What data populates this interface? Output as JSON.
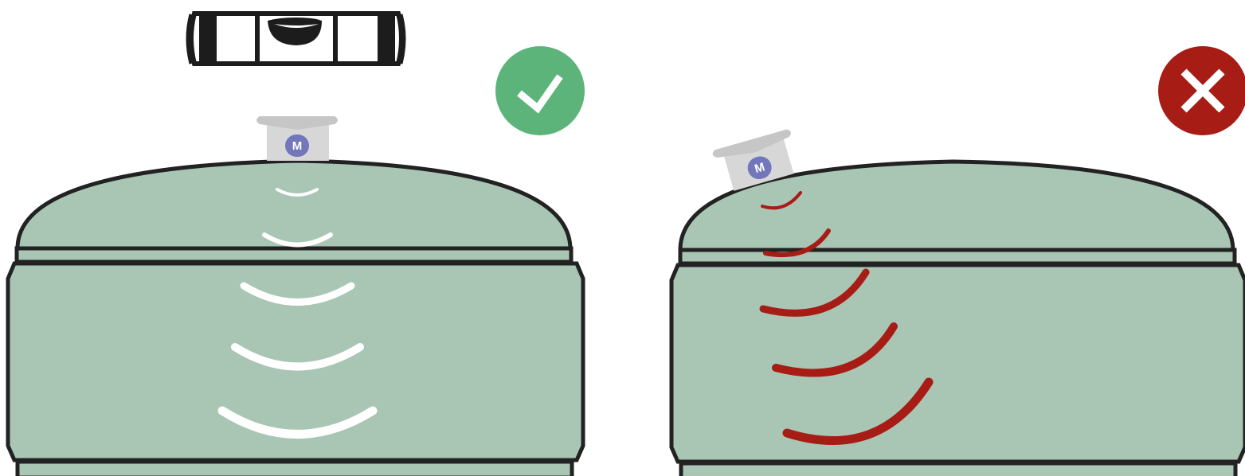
{
  "colors": {
    "background": "#ffffff",
    "tank_fill": "#a9c6b5",
    "outline": "#222222",
    "ok_badge": "#5db47b",
    "wrong_badge": "#a71c15",
    "wave_ok": "#ffffff",
    "wave_wrong": "#a71c15",
    "sensor_body": "#d7d7d7",
    "sensor_cap": "#c6c6c6",
    "sensor_logo": "#7276bb",
    "spirit_level_frame": "#1c1c1c"
  },
  "icons": {
    "level": "spirit-level-icon",
    "ok": "checkmark-icon",
    "wrong": "cross-icon"
  },
  "panels": [
    {
      "id": "correct",
      "state": "level",
      "sensor_logo_text": "M"
    },
    {
      "id": "incorrect",
      "state": "tilted",
      "sensor_logo_text": "M"
    }
  ]
}
